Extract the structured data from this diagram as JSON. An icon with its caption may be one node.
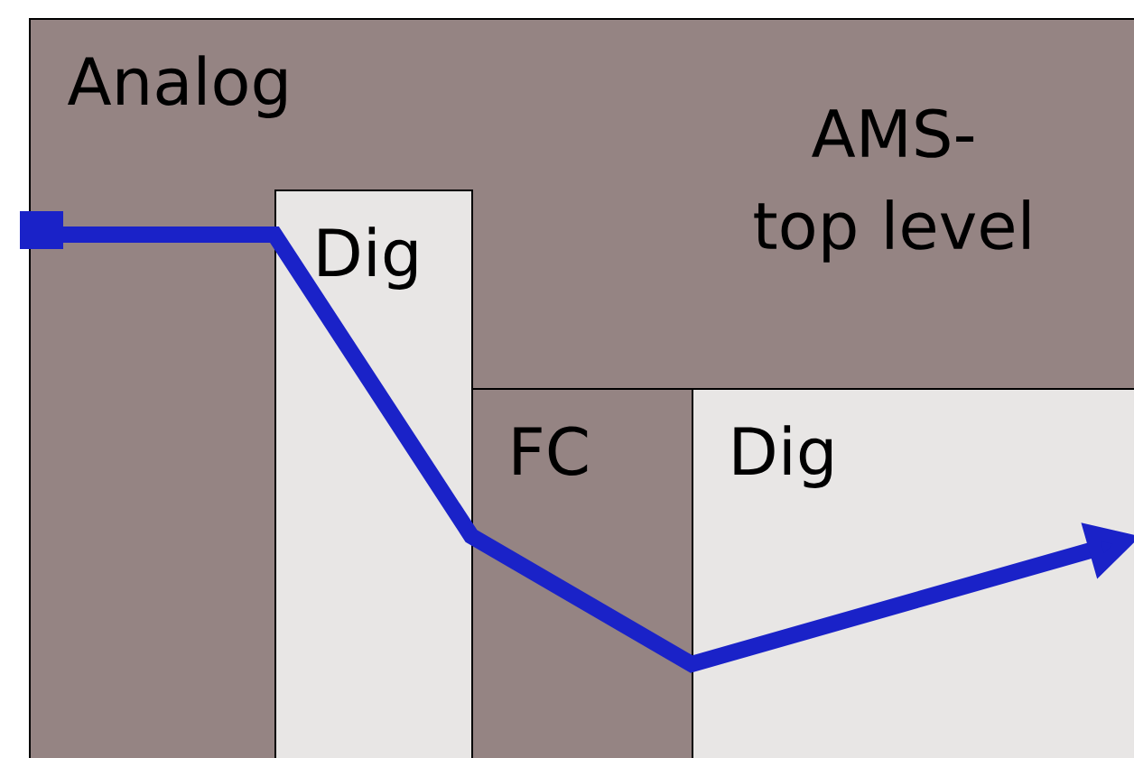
{
  "diagram": {
    "nodes": [
      {
        "text": [
          "Analog",
          "AMS- top level"
        ]
      },
      {
        "text": [
          "Dig"
        ],
        "in": 0
      },
      {
        "text": [
          "FC"
        ],
        "in": 0
      },
      {
        "text": [
          "Dig"
        ],
        "in": 0
      }
    ],
    "edges": [
      {
        "from": null,
        "to": 3,
        "arrow": "to"
      }
    ]
  }
}
